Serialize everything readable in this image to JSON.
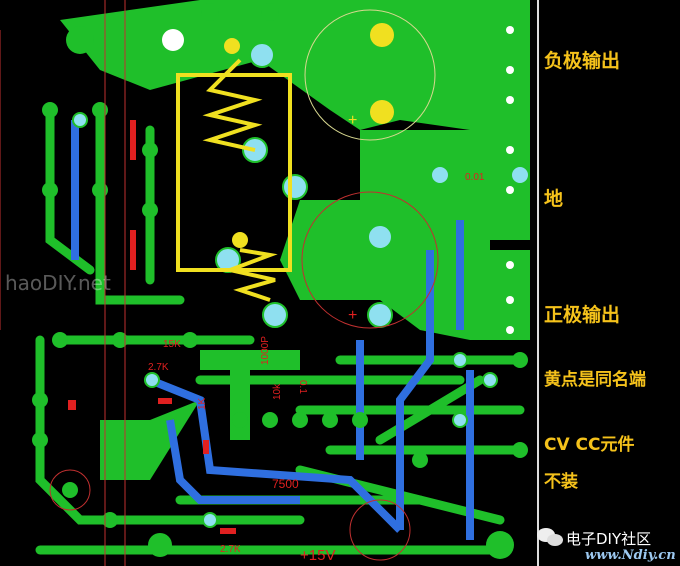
{
  "annotations": {
    "negative_output": "负极输出",
    "ground": "地",
    "positive_output": "正极输出",
    "dot_note": "黄点是同名端",
    "cv_cc": "CV CC元件",
    "not_installed": "不装"
  },
  "pcb_labels": {
    "r15k": "15K",
    "r27k_a": "2.7K",
    "r27k_b": "2.7K",
    "c1000p": "1000P",
    "c01": "0.1",
    "r10k": "10k",
    "r1k": "1K",
    "r7500": "7500",
    "v15": "+15V",
    "c001": "0.01",
    "plus_a": "+",
    "plus_b": "+"
  },
  "watermarks": {
    "left": "haoDIY.net",
    "community": "电子DIY社区",
    "url": "www.Ndiy.cn"
  },
  "colors": {
    "copper_top": "#1fbf2a",
    "copper_bottom": "#2f6fe0",
    "annotation": "#f5c21b",
    "silkscreen": "#e02020",
    "transformer_outline": "#f0e020",
    "background": "#000000"
  }
}
